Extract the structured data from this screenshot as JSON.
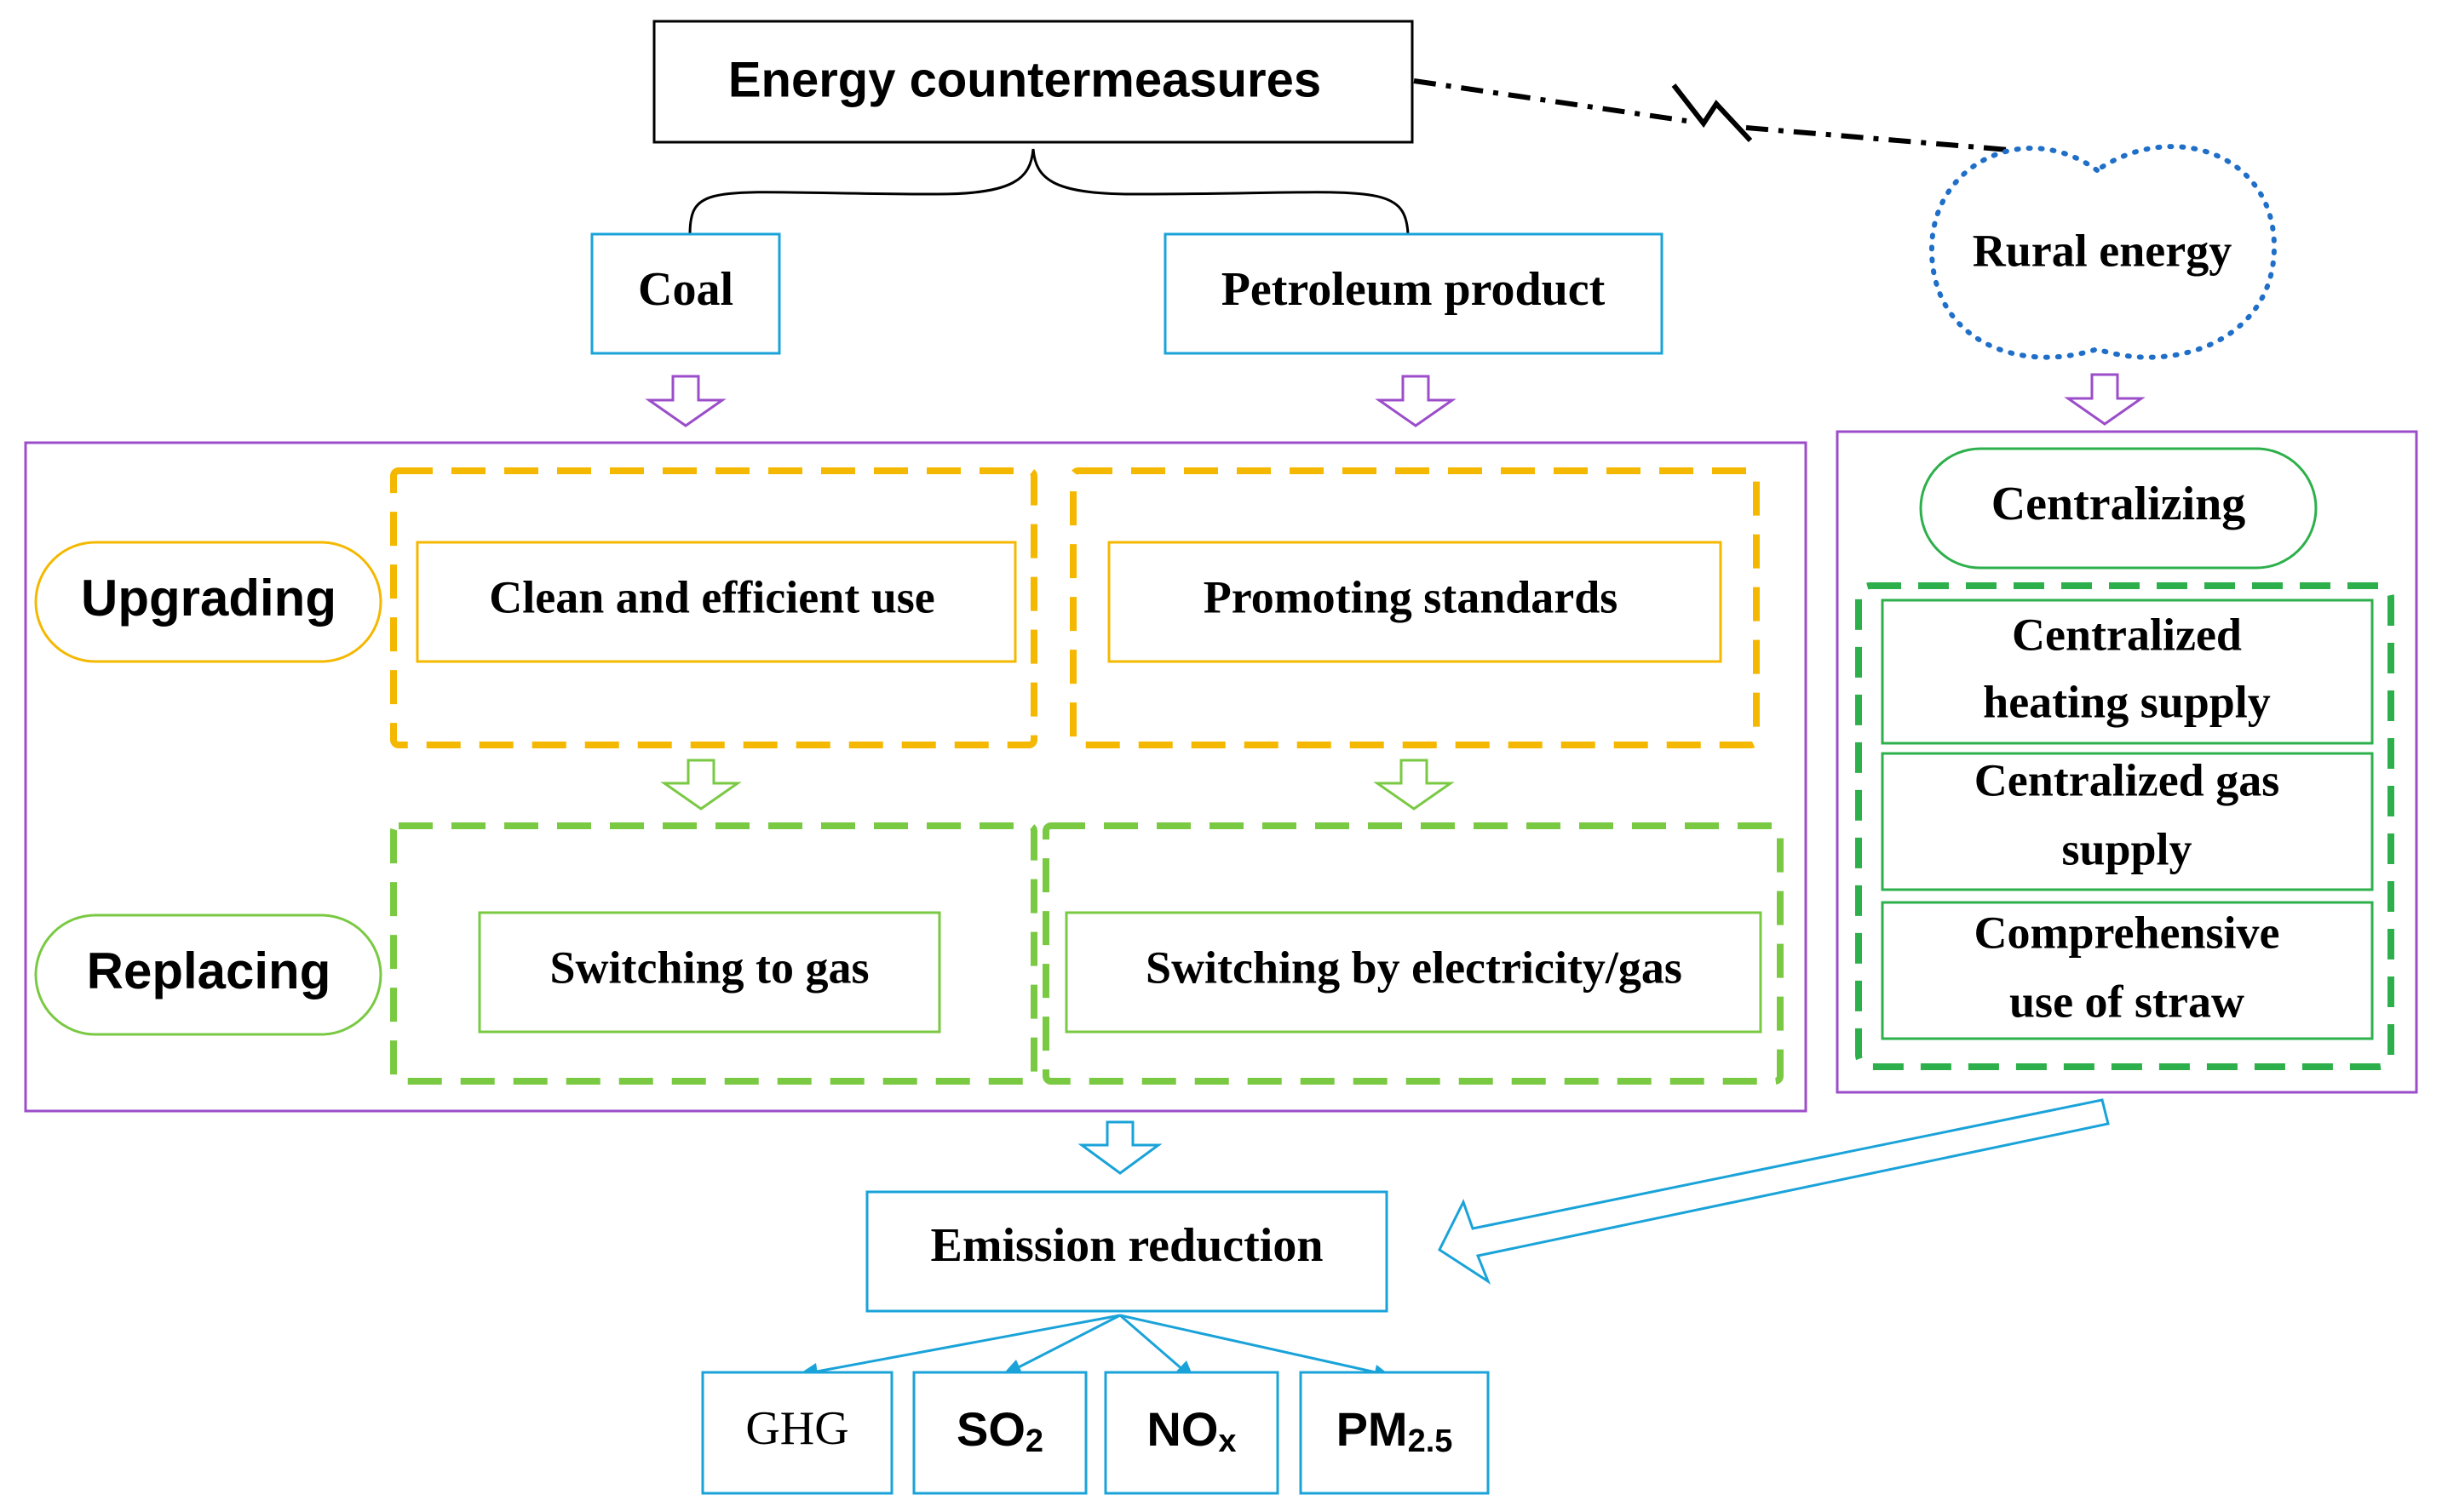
{
  "title": "Energy countermeasures",
  "sources": {
    "coal": "Coal",
    "petroleum": "Petroleum product",
    "rural": "Rural energy"
  },
  "strategies": {
    "upgrading": "Upgrading",
    "replacing": "Replacing",
    "centralizing": "Centralizing"
  },
  "measures": {
    "clean_use": "Clean and efficient use",
    "promoting_standards": "Promoting standards",
    "switching_gas": "Switching to gas",
    "switching_electricity_gas": "Switching by electricity/gas",
    "centralized_heating": [
      "Centralized",
      "heating supply"
    ],
    "centralized_gas": [
      "Centralized gas",
      "supply"
    ],
    "straw_use": [
      "Comprehensive",
      "use of straw"
    ]
  },
  "result": "Emission reduction",
  "pollutants": {
    "ghg": "GHG",
    "so2": {
      "base": "SO",
      "sub": "2"
    },
    "nox": {
      "base": "NO",
      "sub": "x"
    },
    "pm25": {
      "base": "PM",
      "sub": "2.5"
    }
  },
  "colors": {
    "black": "#000000",
    "cyan": "#1aa3d9",
    "purple": "#9b4dca",
    "orange": "#f5b800",
    "lime": "#7ac943",
    "green": "#2db04b",
    "blue_dotted": "#1f6fc9"
  }
}
